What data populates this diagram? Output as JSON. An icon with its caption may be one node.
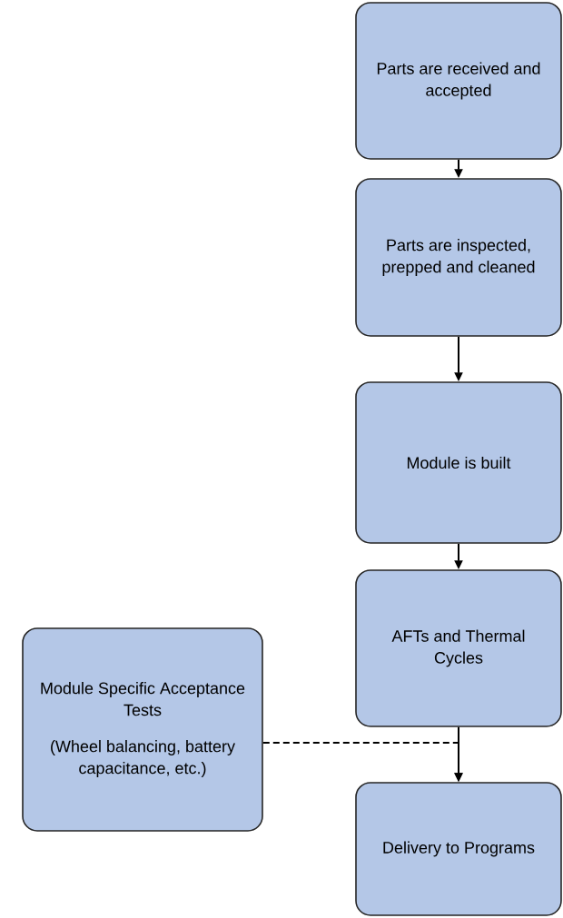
{
  "diagram": {
    "nodes": [
      {
        "text": [
          "Parts are received and accepted"
        ]
      },
      {
        "text": [
          "Parts are inspected, prepped and cleaned"
        ]
      },
      {
        "text": [
          "Module is built"
        ]
      },
      {
        "text": [
          "AFTs and Thermal Cycles"
        ]
      },
      {
        "text": [
          "Module Specific Acceptance Tests",
          "(Wheel balancing, battery capacitance, etc.)"
        ]
      },
      {
        "text": [
          "Delivery to Programs"
        ]
      }
    ],
    "edges": [
      {
        "from": 0,
        "to": 1,
        "arrow": "to"
      },
      {
        "from": 1,
        "to": 2,
        "arrow": "to"
      },
      {
        "from": 2,
        "to": 3,
        "arrow": "to"
      },
      {
        "from": 3,
        "to": 5,
        "arrow": "to"
      },
      {
        "from": 4,
        "to": 5,
        "arrow": "to",
        "style": "dashed"
      }
    ]
  }
}
